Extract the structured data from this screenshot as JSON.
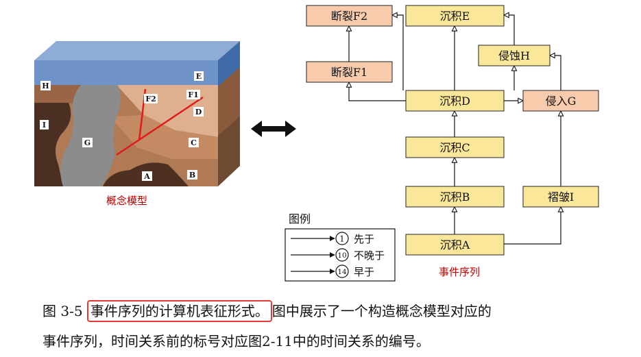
{
  "model": {
    "caption": "概念模型",
    "letters": {
      "E": "E",
      "H": "H",
      "F1": "F1",
      "F2": "F2",
      "D": "D",
      "I": "I",
      "G": "G",
      "C": "C",
      "A": "A",
      "B": "B"
    }
  },
  "diagram": {
    "nodes": {
      "f2": "断裂F2",
      "e": "沉积E",
      "h": "侵蚀H",
      "f1": "断裂F1",
      "d": "沉积D",
      "g": "侵入G",
      "c": "沉积C",
      "b": "沉积B",
      "i": "褶皱I",
      "a": "沉积A"
    },
    "title": "事件序列"
  },
  "legend": {
    "title": "图例",
    "items": [
      {
        "num": "1",
        "label": "先于"
      },
      {
        "num": "10",
        "label": "不晚于"
      },
      {
        "num": "14",
        "label": "早于"
      }
    ]
  },
  "caption": {
    "prefix": "图 3-5 ",
    "highlight": "事件序列的计算机表征形式。",
    "rest": "图中展示了一个构造概念模型对应的",
    "line2": "事件序列，时间关系前的标号对应图2-11中的时间关系的编号。"
  },
  "colors": {
    "yellow_box": "#fbe79a",
    "pink_box": "#f8cbad",
    "red_text": "#c00000",
    "highlight_border": "#e53935"
  }
}
